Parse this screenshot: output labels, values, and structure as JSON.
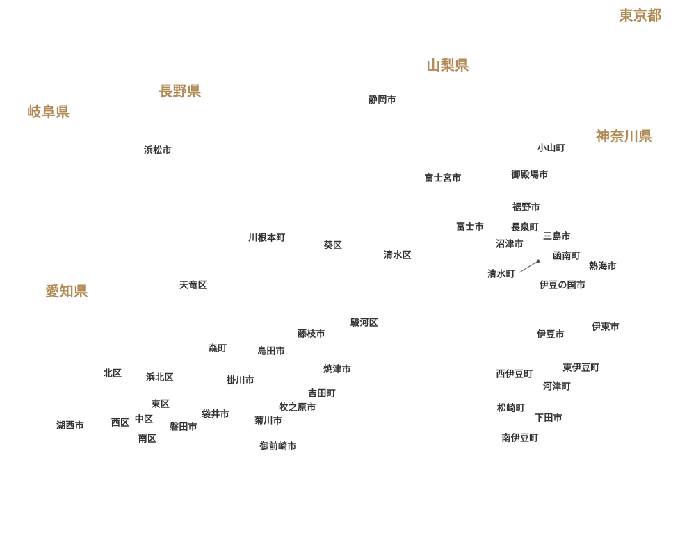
{
  "prefectures": {
    "tokyo": "東京都",
    "yamanashi": "山梨県",
    "nagano": "長野県",
    "gifu": "岐阜県",
    "kanagawa": "神奈川県",
    "aichi": "愛知県"
  },
  "cities": {
    "shizuoka": "静岡市",
    "hamamatsu": "浜松市",
    "oyama": "小山町",
    "gotemba": "御殿場市",
    "fujinomiya": "富士宮市",
    "susono": "裾野市",
    "fuji": "富士市",
    "nagaizumi": "長泉町",
    "mishima": "三島市",
    "numazu": "沼津市",
    "kannami": "函南町",
    "atami": "熱海市",
    "shimizu_cho": "清水町",
    "izunokuni": "伊豆の国市",
    "kawanehon": "川根本町",
    "aoi_ku": "葵区",
    "shimizu_ku": "清水区",
    "tenryu_ku": "天竜区",
    "suruga_ku": "駿河区",
    "fujieda": "藤枝市",
    "mori": "森町",
    "shimada": "島田市",
    "yaizu": "焼津市",
    "izu": "伊豆市",
    "ito": "伊東市",
    "kita_ku": "北区",
    "hamakita_ku": "浜北区",
    "kakegawa": "掛川市",
    "nishiizu": "西伊豆町",
    "higashiizu": "東伊豆町",
    "kawazu": "河津町",
    "yoshida": "吉田町",
    "higashi_ku": "東区",
    "fukuroi": "袋井市",
    "makinohara": "牧之原市",
    "matsuzaki": "松崎町",
    "kosai": "湖西市",
    "nishi_ku": "西区",
    "naka_ku": "中区",
    "iwata": "磐田市",
    "kikugawa": "菊川市",
    "shimoda": "下田市",
    "minami_ku": "南区",
    "minamiizu": "南伊豆町",
    "omaezaki": "御前崎市"
  },
  "colors": {
    "prefecture_label": "#b28a55",
    "city_label": "#333333",
    "leader_line": "#555555"
  }
}
